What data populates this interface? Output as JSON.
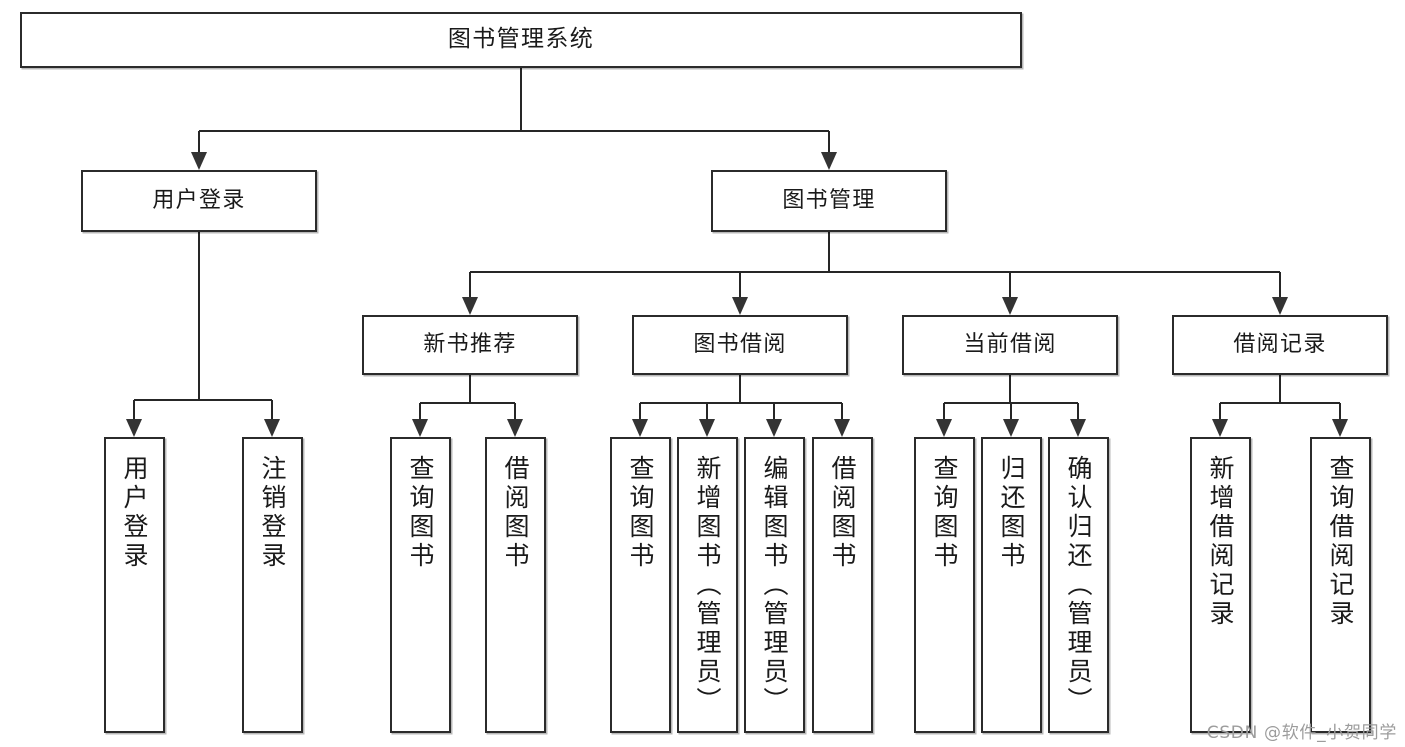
{
  "diagram": {
    "title": "图书管理系统",
    "type": "tree",
    "watermark": "CSDN @软件_小贺同学",
    "colors": {
      "box_border": "#2b2b2b",
      "connector": "#262626",
      "background": "#ffffff",
      "watermark": "#9c9c9c"
    },
    "nodes": {
      "root": {
        "label": "图书管理系统"
      },
      "level2": [
        {
          "label": "用户登录"
        },
        {
          "label": "图书管理"
        }
      ],
      "level3": [
        {
          "label": "新书推荐"
        },
        {
          "label": "图书借阅"
        },
        {
          "label": "当前借阅"
        },
        {
          "label": "借阅记录"
        }
      ],
      "leaves": {
        "user_login": [
          {
            "label": "用户登录"
          },
          {
            "label": "注销登录"
          }
        ],
        "new_book_recommend": [
          {
            "label": "查询图书"
          },
          {
            "label": "借阅图书"
          }
        ],
        "book_borrow": [
          {
            "label": "查询图书"
          },
          {
            "label": "新增图书（管理员）"
          },
          {
            "label": "编辑图书（管理员）"
          },
          {
            "label": "借阅图书"
          }
        ],
        "current_borrow": [
          {
            "label": "查询图书"
          },
          {
            "label": "归还图书"
          },
          {
            "label": "确认归还（管理员）"
          }
        ],
        "borrow_record": [
          {
            "label": "新增借阅记录"
          },
          {
            "label": "查询借阅记录"
          }
        ]
      }
    }
  }
}
